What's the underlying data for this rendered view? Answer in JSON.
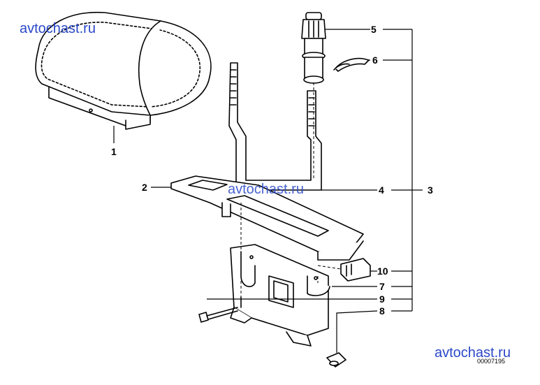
{
  "watermarks": {
    "top_left": "avtochast.ru",
    "center": "avtochast.ru",
    "bottom_right": "avtochast.ru"
  },
  "callouts": {
    "c1": "1",
    "c2": "2",
    "c3": "3",
    "c4": "4",
    "c5": "5",
    "c6": "6",
    "c7": "7",
    "c8": "8",
    "c9": "9",
    "c10": "10"
  },
  "diagram_code": "00007195"
}
